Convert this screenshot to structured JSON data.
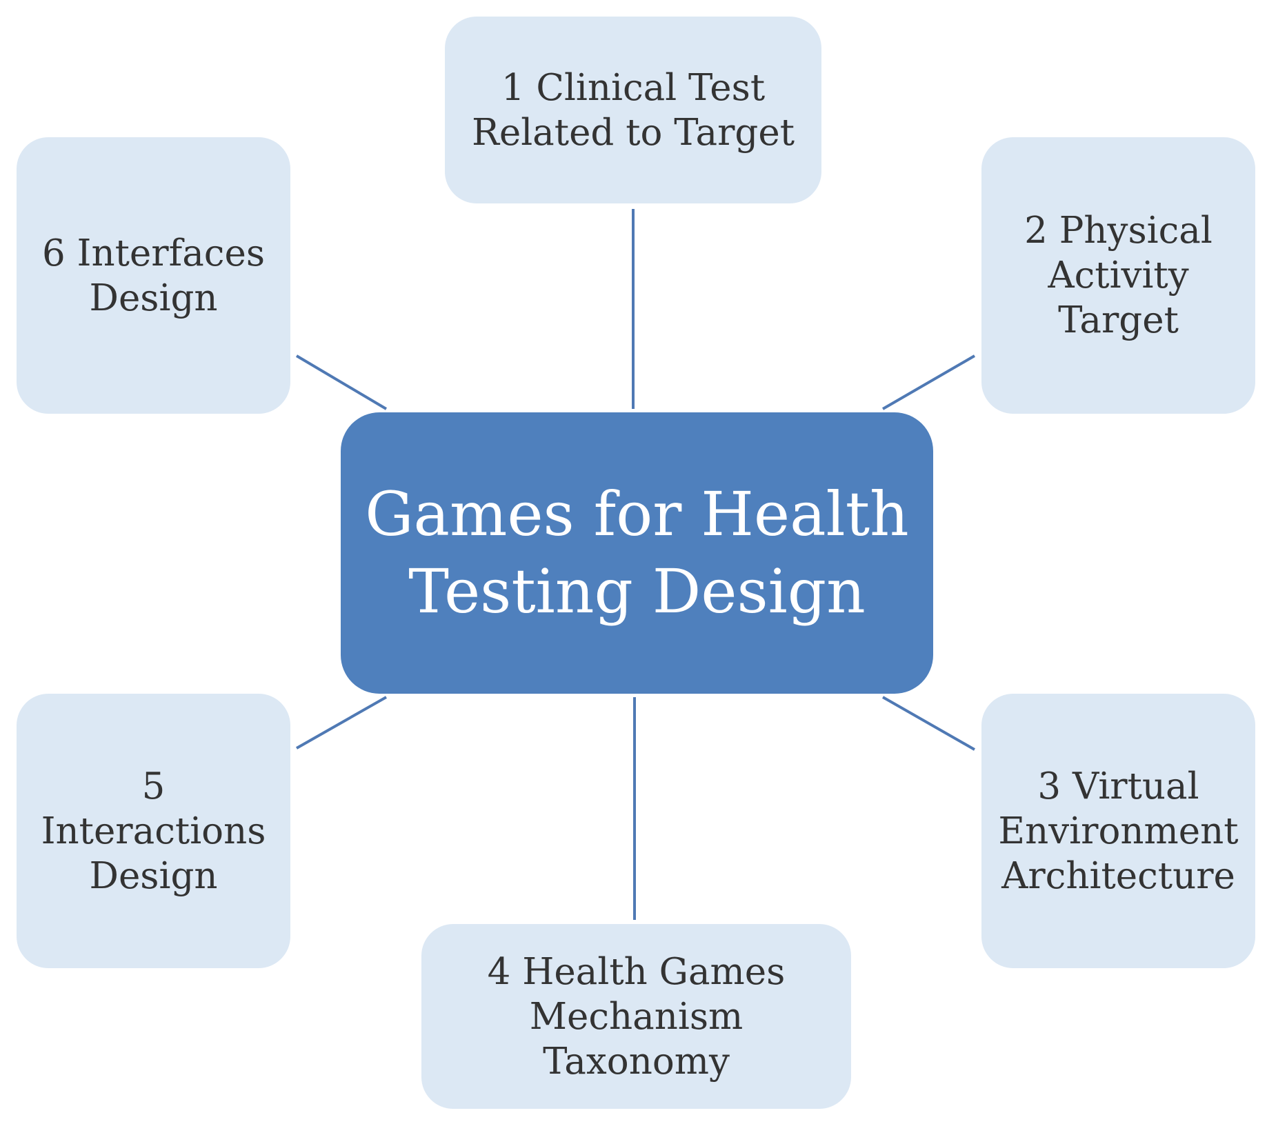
{
  "diagram": {
    "center": {
      "label": "Games for Health\nTesting Design"
    },
    "nodes": [
      {
        "label": "1 Clinical Test\nRelated to Target"
      },
      {
        "label": "2 Physical\nActivity\nTarget"
      },
      {
        "label": "3 Virtual\nEnvironment\nArchitecture"
      },
      {
        "label": "4 Health Games\nMechanism Taxonomy"
      },
      {
        "label": "5 Interactions\nDesign"
      },
      {
        "label": "6 Interfaces\nDesign"
      }
    ],
    "colors": {
      "center_fill": "#4f80bd",
      "center_text": "#ffffff",
      "node_fill": "#dce8f4",
      "node_text": "#333333",
      "connector": "#4f79b4"
    }
  }
}
